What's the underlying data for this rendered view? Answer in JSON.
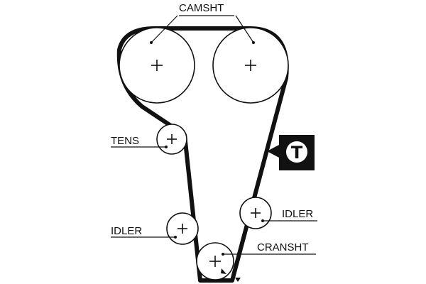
{
  "diagram": {
    "labels": {
      "camshaft": "CAMSHT",
      "tensioner": "TENS",
      "idler_left": "IDLER",
      "idler_right": "IDLER",
      "crankshaft": "CRANSHT"
    },
    "tension_badge": {
      "letter": "T"
    },
    "colors": {
      "ink": "#111111",
      "background": "#ffffff"
    },
    "icons": [
      "center-cross-icon",
      "pointer-arrow-icon",
      "direction-arrow-icon"
    ]
  }
}
